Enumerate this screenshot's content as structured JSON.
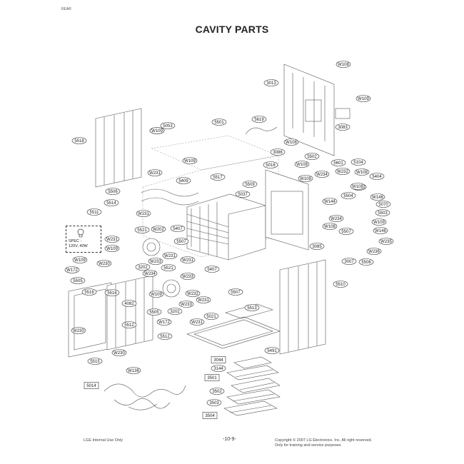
{
  "header": {
    "corner_text": "REAR",
    "title": "CAVITY PARTS"
  },
  "spec_note": {
    "line1": "SPEC :",
    "line2": "120V, 40W"
  },
  "footer": {
    "left": "LGE Internal Use Only",
    "page": "-10-9-",
    "copyright": "Copyright © 2007 LG Electronics. Inc. All right reserved.",
    "purpose": "Only for training and service purposes"
  },
  "callouts": [
    {
      "label": "W108",
      "shape": "oval"
    },
    {
      "label": "3013",
      "shape": "oval"
    },
    {
      "label": "W109",
      "shape": "oval"
    },
    {
      "label": "3083",
      "shape": "oval"
    },
    {
      "label": "5501",
      "shape": "oval"
    },
    {
      "label": "5053",
      "shape": "oval"
    },
    {
      "label": "W109",
      "shape": "oval"
    },
    {
      "label": "5619",
      "shape": "oval"
    },
    {
      "label": "5518",
      "shape": "oval"
    },
    {
      "label": "W109",
      "shape": "oval"
    },
    {
      "label": "W109",
      "shape": "oval"
    },
    {
      "label": "3086",
      "shape": "oval"
    },
    {
      "label": "W108",
      "shape": "oval"
    },
    {
      "label": "5502",
      "shape": "oval"
    },
    {
      "label": "5601",
      "shape": "oval"
    },
    {
      "label": "5104",
      "shape": "oval"
    },
    {
      "label": "5016",
      "shape": "oval"
    },
    {
      "label": "W108",
      "shape": "oval"
    },
    {
      "label": "W232",
      "shape": "oval"
    },
    {
      "label": "W108",
      "shape": "oval"
    },
    {
      "label": "W231",
      "shape": "oval"
    },
    {
      "label": "5517",
      "shape": "oval"
    },
    {
      "label": "5409",
      "shape": "oval"
    },
    {
      "label": "W234",
      "shape": "oval"
    },
    {
      "label": "5404",
      "shape": "oval"
    },
    {
      "label": "W108",
      "shape": "oval"
    },
    {
      "label": "5509",
      "shape": "oval"
    },
    {
      "label": "W232",
      "shape": "oval"
    },
    {
      "label": "W108",
      "shape": "oval"
    },
    {
      "label": "5506",
      "shape": "oval"
    },
    {
      "label": "5037",
      "shape": "oval"
    },
    {
      "label": "5504",
      "shape": "oval"
    },
    {
      "label": "W146",
      "shape": "oval"
    },
    {
      "label": "5514",
      "shape": "oval"
    },
    {
      "label": "W144",
      "shape": "oval"
    },
    {
      "label": "5070",
      "shape": "oval"
    },
    {
      "label": "5511",
      "shape": "oval"
    },
    {
      "label": "W231",
      "shape": "oval"
    },
    {
      "label": "5503",
      "shape": "oval"
    },
    {
      "label": "W234",
      "shape": "oval"
    },
    {
      "label": "W109",
      "shape": "oval"
    },
    {
      "label": "5521",
      "shape": "oval"
    },
    {
      "label": "W202",
      "shape": "oval"
    },
    {
      "label": "5407",
      "shape": "oval"
    },
    {
      "label": "W106",
      "shape": "oval"
    },
    {
      "label": "W146",
      "shape": "oval"
    },
    {
      "label": "W231",
      "shape": "oval"
    },
    {
      "label": "5507",
      "shape": "oval"
    },
    {
      "label": "5507",
      "shape": "oval"
    },
    {
      "label": "W235",
      "shape": "oval"
    },
    {
      "label": "W109",
      "shape": "oval"
    },
    {
      "label": "3085",
      "shape": "oval"
    },
    {
      "label": "W231",
      "shape": "oval"
    },
    {
      "label": "W236",
      "shape": "oval"
    },
    {
      "label": "W109",
      "shape": "oval"
    },
    {
      "label": "W233",
      "shape": "oval"
    },
    {
      "label": "3007",
      "shape": "oval"
    },
    {
      "label": "5506",
      "shape": "oval"
    },
    {
      "label": "W230",
      "shape": "oval"
    },
    {
      "label": "3202",
      "shape": "oval"
    },
    {
      "label": "W231",
      "shape": "oval"
    },
    {
      "label": "5407",
      "shape": "oval"
    },
    {
      "label": "5521",
      "shape": "oval"
    },
    {
      "label": "W172",
      "shape": "oval"
    },
    {
      "label": "W234",
      "shape": "oval"
    },
    {
      "label": "5505",
      "shape": "oval"
    },
    {
      "label": "5510",
      "shape": "oval"
    },
    {
      "label": "W233",
      "shape": "oval"
    },
    {
      "label": "5516",
      "shape": "oval"
    },
    {
      "label": "5516",
      "shape": "oval"
    },
    {
      "label": "W109",
      "shape": "oval"
    },
    {
      "label": "5507",
      "shape": "oval"
    },
    {
      "label": "W232",
      "shape": "oval"
    },
    {
      "label": "W231",
      "shape": "oval"
    },
    {
      "label": "4082",
      "shape": "oval"
    },
    {
      "label": "W233",
      "shape": "oval"
    },
    {
      "label": "5513",
      "shape": "oval"
    },
    {
      "label": "3202",
      "shape": "oval"
    },
    {
      "label": "5505",
      "shape": "oval"
    },
    {
      "label": "5021",
      "shape": "oval"
    },
    {
      "label": "5512",
      "shape": "oval"
    },
    {
      "label": "W172",
      "shape": "oval"
    },
    {
      "label": "W231",
      "shape": "oval"
    },
    {
      "label": "W230",
      "shape": "oval"
    },
    {
      "label": "5512",
      "shape": "oval"
    },
    {
      "label": "5491",
      "shape": "oval"
    },
    {
      "label": "5515",
      "shape": "oval"
    },
    {
      "label": "W230",
      "shape": "oval"
    },
    {
      "label": "3044",
      "shape": "box"
    },
    {
      "label": "3144",
      "shape": "oval"
    },
    {
      "label": "W136",
      "shape": "oval"
    },
    {
      "label": "3501",
      "shape": "box"
    },
    {
      "label": "5014",
      "shape": "box"
    },
    {
      "label": "3502",
      "shape": "oval"
    },
    {
      "label": "3503",
      "shape": "oval"
    },
    {
      "label": "3504",
      "shape": "box"
    }
  ]
}
